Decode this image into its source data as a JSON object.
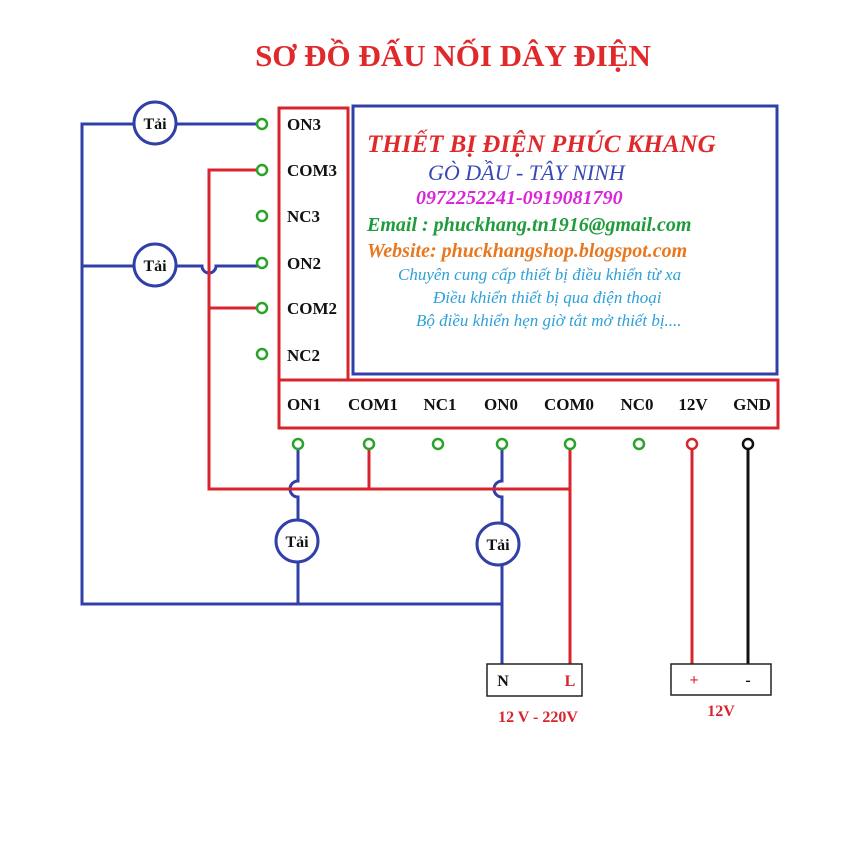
{
  "title": "SƠ ĐỒ ĐẤU NỐI DÂY ĐIỆN",
  "colors": {
    "title": "#e0292b",
    "blue_wire": "#3040a8",
    "red_wire": "#d8242c",
    "black_wire": "#111111",
    "terminal": "#2aa32a",
    "company": "#e0292b",
    "location": "#3848b4",
    "phone": "#d827d8",
    "email": "#1f9c3c",
    "website": "#e87820",
    "desc": "#2ea0d8"
  },
  "info": {
    "company": "THIẾT BỊ ĐIỆN PHÚC KHANG",
    "location": "GÒ DẦU - TÂY NINH",
    "phone": "0972252241-0919081790",
    "email": "Email : phuckhang.tn1916@gmail.com",
    "website": "Website: phuckhangshop.blogspot.com",
    "desc1": "Chuyên cung cấp thiết bị điều khiển từ xa",
    "desc2": "Điều khiển thiết bị qua điện thoại",
    "desc3": "Bộ điều khiển hẹn giờ tắt mở thiết bị...."
  },
  "terminals_side": [
    "ON3",
    "COM3",
    "NC3",
    "ON2",
    "COM2",
    "NC2"
  ],
  "terminals_bottom": [
    "ON1",
    "COM1",
    "NC1",
    "ON0",
    "COM0",
    "NC0",
    "12V",
    "GND"
  ],
  "loads": [
    "Tải",
    "Tải",
    "Tải",
    "Tải"
  ],
  "power_ac": {
    "n": "N",
    "l": "L",
    "label": "12 V - 220V"
  },
  "power_dc": {
    "plus": "+",
    "minus": "-",
    "label": "12V"
  }
}
